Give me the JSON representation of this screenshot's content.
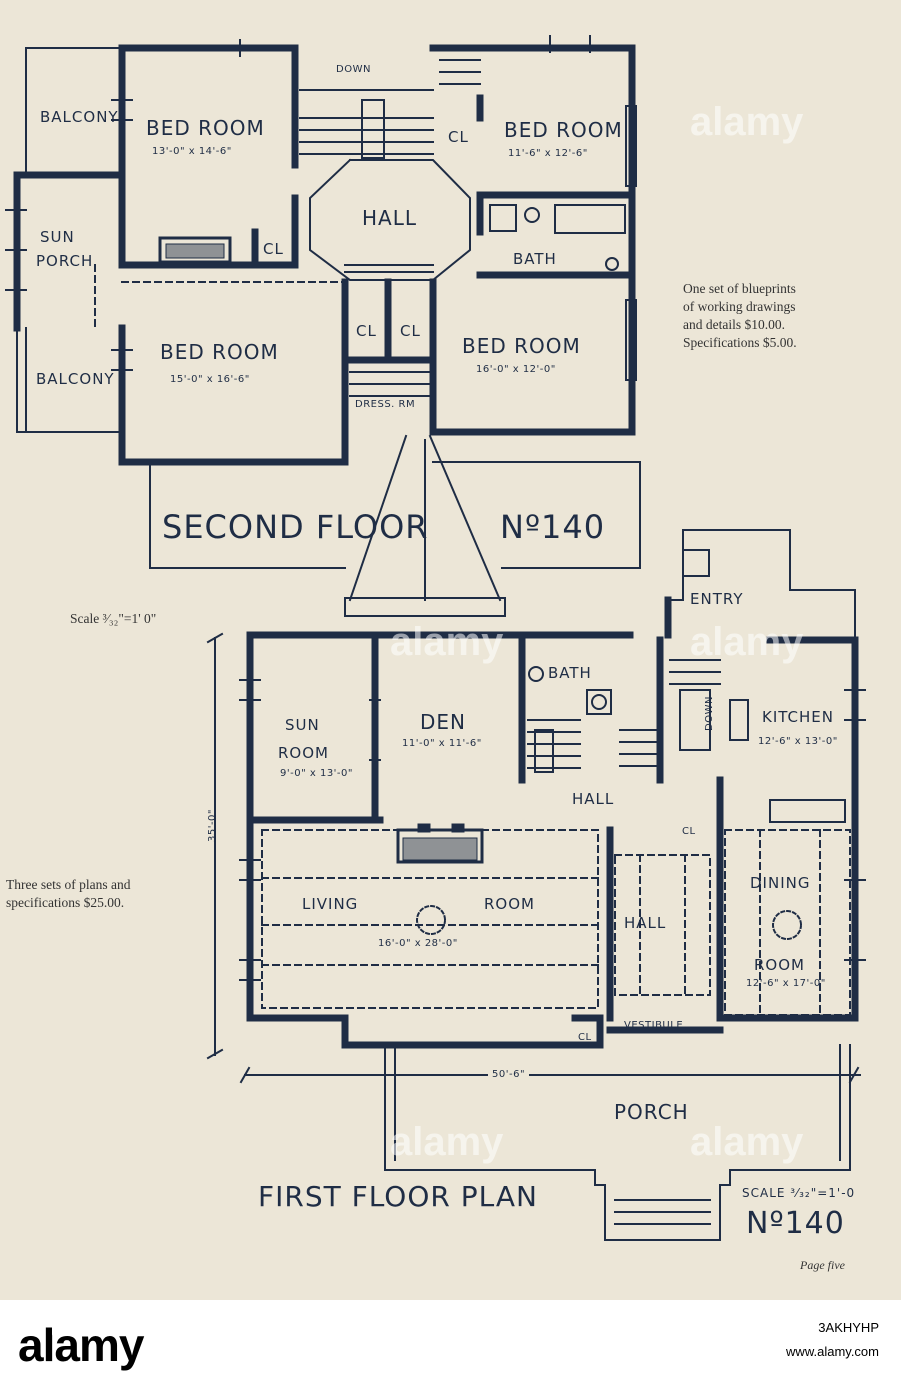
{
  "second_floor": {
    "title": "SECOND FLOOR",
    "plan_number": "Nº140",
    "scale": "Scale ³⁄₃₂\"=1' 0\"",
    "rooms": {
      "balcony_top": "BALCONY",
      "bedroom_nw": "BED ROOM",
      "bedroom_nw_dim": "13'-0\" x 14'-6\"",
      "down": "DOWN",
      "closet_ne": "CL",
      "bedroom_ne": "BED ROOM",
      "bedroom_ne_dim": "11'-6\" x 12'-6\"",
      "sun_porch_1": "SUN",
      "sun_porch_2": "PORCH",
      "hall": "HALL",
      "closet_hall": "CL",
      "bath": "BATH",
      "bedroom_sw": "BED ROOM",
      "bedroom_sw_dim": "15'-0\" x 16'-6\"",
      "closet_1": "CL",
      "closet_2": "CL",
      "bedroom_se": "BED ROOM",
      "bedroom_se_dim": "16'-0\" x 12'-0\"",
      "balcony_bottom": "BALCONY",
      "dress_room": "DRESS. RM"
    }
  },
  "first_floor": {
    "title": "FIRST FLOOR PLAN",
    "plan_number": "Nº140",
    "scale": "SCALE ³⁄₃₂\"=1'-0",
    "depth": "35'-0\"",
    "width": "50'-6\"",
    "rooms": {
      "entry": "ENTRY",
      "bath": "BATH",
      "sun_room_1": "SUN",
      "sun_room_2": "ROOM",
      "sun_room_dim": "9'-0\" x 13'-0\"",
      "den": "DEN",
      "den_dim": "11'-0\" x 11'-6\"",
      "kitchen": "KITCHEN",
      "kitchen_dim": "12'-6\" x 13'-0\"",
      "hall_upper": "HALL",
      "closet_upper": "CL",
      "living_1": "LIVING",
      "living_2": "ROOM",
      "living_dim": "16'-0\" x 28'-0\"",
      "hall_center": "HALL",
      "dining_1": "DINING",
      "dining_2": "ROOM",
      "dining_dim": "12'-6\" x 17'-0\"",
      "closet_lower": "CL",
      "vestibule": "VESTIBULE",
      "porch": "PORCH",
      "down": "DOWN"
    }
  },
  "notes": {
    "blueprints_1": "One set of blueprints",
    "blueprints_2": "of working drawings",
    "blueprints_3": "and details $10.00.",
    "blueprints_4": "Specifications $5.00.",
    "plans_1": "Three sets of plans and",
    "plans_2": "specifications   $25.00."
  },
  "page_label": "Page five",
  "watermark": {
    "brand": "alamy",
    "image_id": "3AKHYHP",
    "site": "www.alamy.com"
  }
}
